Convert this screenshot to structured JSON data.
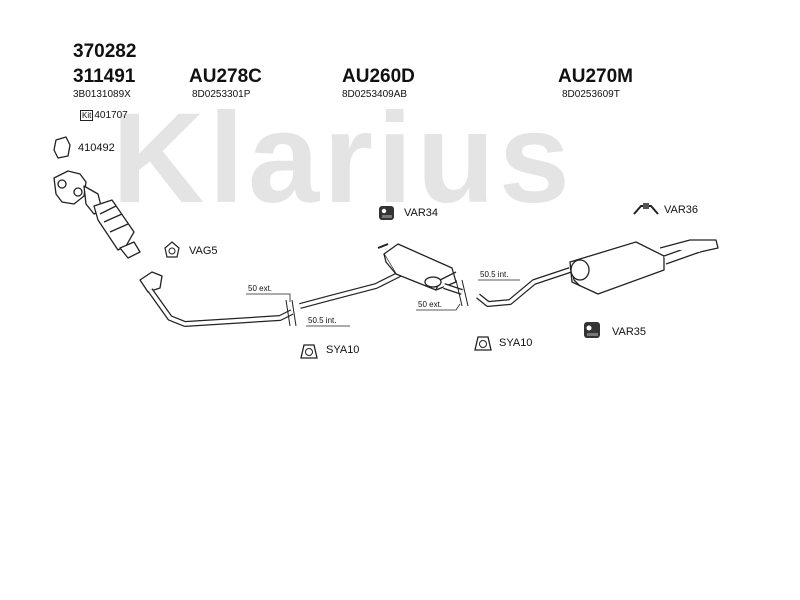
{
  "watermark": "Klarius",
  "header": {
    "code1": "370282",
    "code2": "311491",
    "oem1": "3B0131089X",
    "kit_tag": "Kit",
    "kit_value": "401707"
  },
  "parts": [
    {
      "code": "AU278C",
      "oem": "8D0253301P"
    },
    {
      "code": "AU260D",
      "oem": "8D0253409AB"
    },
    {
      "code": "AU270M",
      "oem": "8D0253609T"
    }
  ],
  "labels": {
    "gasket": "410492",
    "vag5": "VAG5",
    "var34": "VAR34",
    "var36": "VAR36",
    "var35": "VAR35",
    "sya10_left": "SYA10",
    "sya10_right": "SYA10"
  },
  "dims": {
    "d1": "50 ext.",
    "d2": "50.5 int.",
    "d3": "50.5 int.",
    "d4": "50 ext."
  },
  "colors": {
    "watermark": "#e4e4e4",
    "line": "#222222",
    "pipe_fill": "#ffffff"
  }
}
